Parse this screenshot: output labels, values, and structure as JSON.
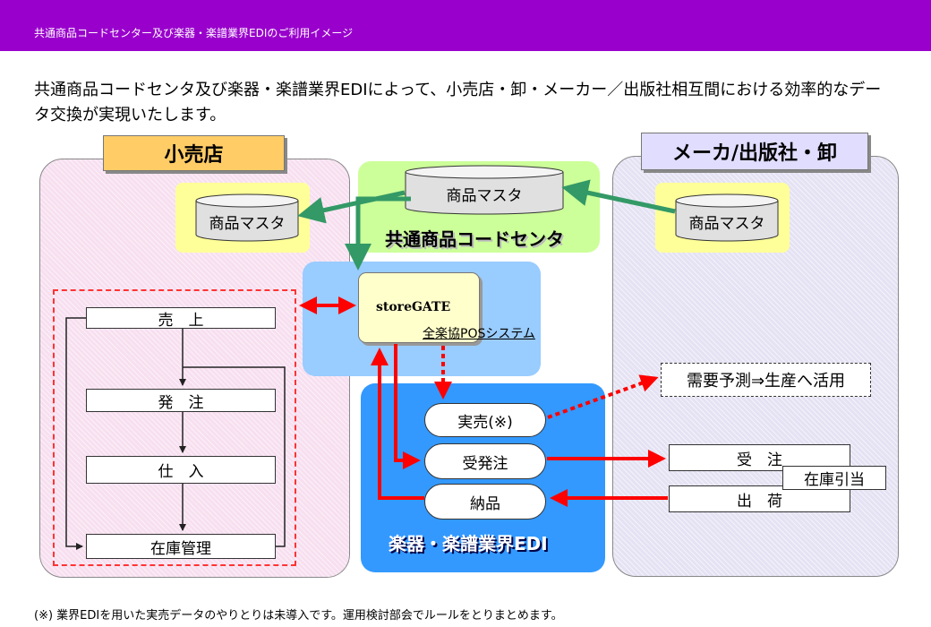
{
  "header": {
    "title": "共通商品コードセンター及び楽器・楽譜業界EDIのご利用イメージ"
  },
  "intro": {
    "text": "共通商品コードセンタ及び楽器・楽譜業界EDIによって、小売店・卸・メーカー／出版社相互間における効率的なデータ交換が実現いたします。"
  },
  "retail": {
    "title": "小売店",
    "master": "商品マスタ",
    "flow": [
      "売　上",
      "発　注",
      "仕　入",
      "在庫管理"
    ]
  },
  "maker": {
    "title": "メーカ/出版社・卸",
    "master": "商品マスタ",
    "receive_order": "受　注",
    "stock_alloc": "在庫引当",
    "ship": "出　荷",
    "demand": "需要予測⇒生産へ活用"
  },
  "center": {
    "master": "商品マスタ",
    "label": "共通商品コードセンタ"
  },
  "storegate": {
    "title": "storeGATE",
    "pos": "全楽協POSシステム"
  },
  "edi": {
    "sales": "実売(※)",
    "order": "受発注",
    "delivery": "納品",
    "label": "楽器・楽譜業界EDI"
  },
  "footnote": "(※) 業界EDIを用いた実売データのやりとりは未導入です。運用検討部会でルールをとりまとめます。",
  "colors": {
    "header": "#9900cc",
    "green_arrow": "#339966",
    "red_arrow": "#ff0000",
    "edi_panel": "#3399ff",
    "center_panel": "#ccff99",
    "store_panel": "#99ccff"
  }
}
